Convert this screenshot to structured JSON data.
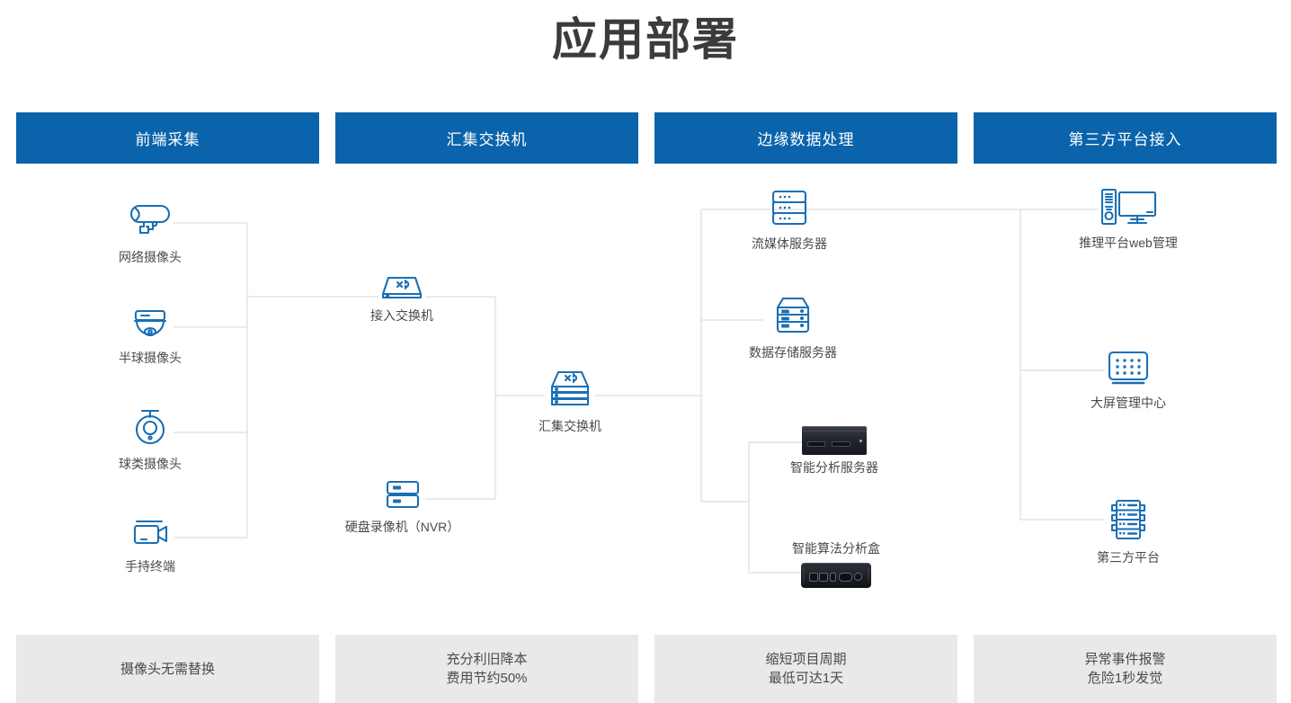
{
  "page": {
    "title": "应用部署",
    "accent_color": "#0b63ab",
    "wire_color": "#d0d0d0",
    "footer_bg": "#e9e9e9",
    "icon_color": "#1a6fb5"
  },
  "columns": [
    {
      "header": "前端采集",
      "footer": "摄像头无需替换",
      "nodes": [
        {
          "icon": "bullet-camera-icon",
          "label": "网络摄像头"
        },
        {
          "icon": "dome-camera-icon",
          "label": "半球摄像头"
        },
        {
          "icon": "ptz-camera-icon",
          "label": "球类摄像头"
        },
        {
          "icon": "handheld-camcorder-icon",
          "label": "手持终端"
        }
      ]
    },
    {
      "header": "汇集交换机",
      "footer": "充分利旧降本\n费用节约50%",
      "nodes": [
        {
          "icon": "access-switch-icon",
          "label": "接入交换机"
        },
        {
          "icon": "nvr-icon",
          "label": "硬盘录像机（NVR）"
        },
        {
          "icon": "aggregation-switch-icon",
          "label": "汇集交换机"
        }
      ]
    },
    {
      "header": "边缘数据处理",
      "footer": "缩短项目周期\n最低可达1天",
      "nodes": [
        {
          "icon": "streaming-server-icon",
          "label": "流媒体服务器"
        },
        {
          "icon": "storage-server-icon",
          "label": "数据存储服务器"
        },
        {
          "icon": "ai-analysis-server-photo",
          "label": "智能分析服务器"
        },
        {
          "icon": "ai-algorithm-box-photo",
          "label": "智能算法分析盒"
        }
      ]
    },
    {
      "header": "第三方平台接入",
      "footer": "异常事件报警\n危险1秒发觉",
      "nodes": [
        {
          "icon": "desktop-monitor-icon",
          "label": "推理平台web管理"
        },
        {
          "icon": "video-wall-icon",
          "label": "大屏管理中心"
        },
        {
          "icon": "third-party-rack-icon",
          "label": "第三方平台"
        }
      ]
    }
  ]
}
